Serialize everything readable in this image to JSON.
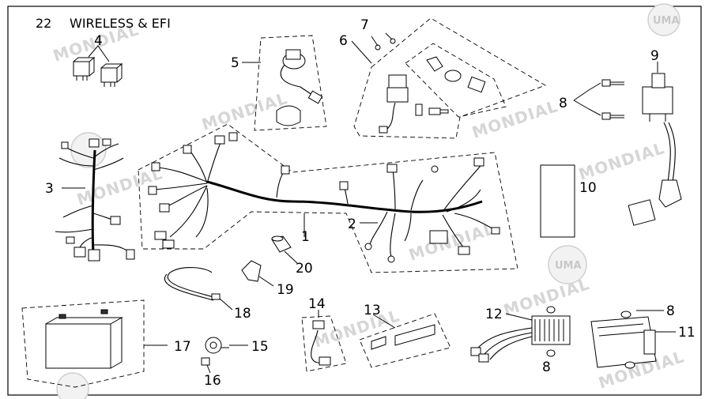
{
  "header": {
    "number": "22",
    "title": "WIRELESS & EFI"
  },
  "watermark": {
    "brand": "MONDIAL",
    "logo": "UMA"
  },
  "callouts": {
    "c1": "1",
    "c2": "2",
    "c3": "3",
    "c4": "4",
    "c5": "5",
    "c6": "6",
    "c7": "7",
    "c8a": "8",
    "c8b": "8",
    "c8c": "8",
    "c9": "9",
    "c10": "10",
    "c11": "11",
    "c12": "12",
    "c13": "13",
    "c14": "14",
    "c15": "15",
    "c16": "16",
    "c17": "17",
    "c18": "18",
    "c19": "19",
    "c20": "20"
  }
}
